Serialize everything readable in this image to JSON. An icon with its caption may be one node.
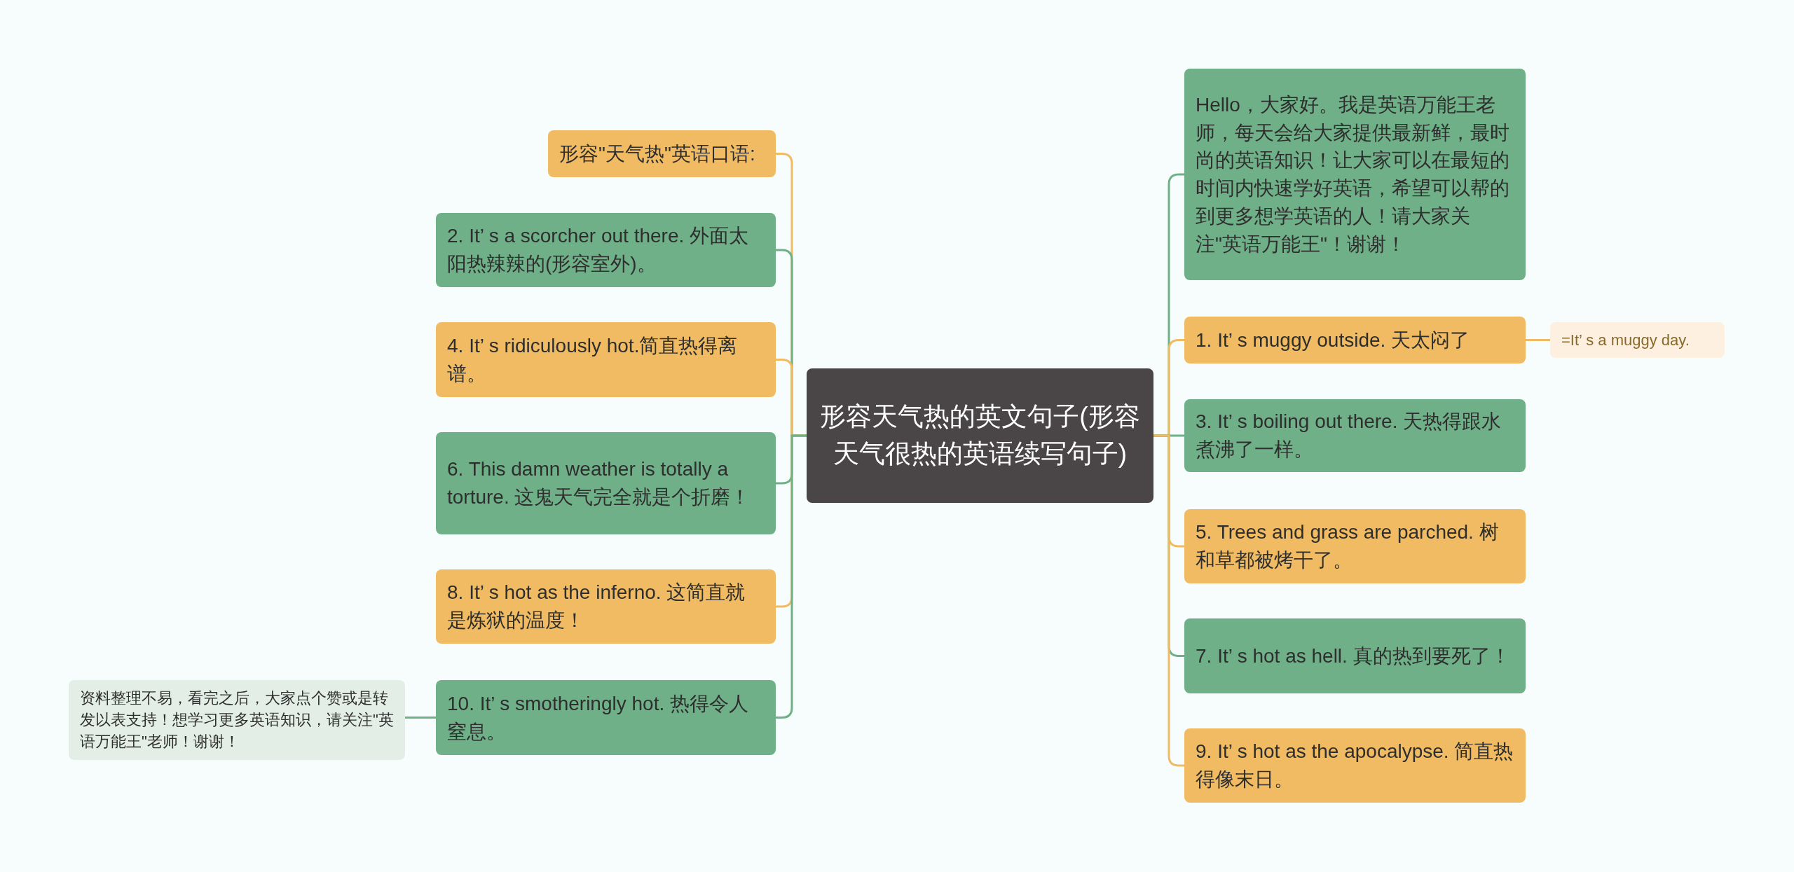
{
  "diagram": {
    "nodes": [
      {
        "text": [
          "形容天气热的英文句子(形容天气很热的英语续写句子)"
        ]
      },
      {
        "text": [
          "形容\"天气热\"英语口语:"
        ]
      },
      {
        "text": [
          "2. It’ s a scorcher out there. 外面太阳热辣辣的(形容室外)。"
        ]
      },
      {
        "text": [
          "4. It’ s ridiculously hot.简直热得离谱。"
        ]
      },
      {
        "text": [
          "6. This damn weather is totally a torture. 这鬼天气完全就是个折磨！"
        ]
      },
      {
        "text": [
          "8. It’ s hot as the inferno. 这简直就是炼狱的温度！"
        ]
      },
      {
        "text": [
          "10. It’ s smotheringly hot. 热得令人窒息。"
        ]
      },
      {
        "text": [
          "资料整理不易，看完之后，大家点个赞或是转发以表支持！想学习更多英语知识，请关注\"英语万能王\"老师！谢谢！"
        ]
      },
      {
        "text": [
          "Hello，大家好。我是英语万能王老师，每天会给大家提供最新鲜，最时尚的英语知识！让大家可以在最短的时间内快速学好英语，希望可以帮的到更多想学英语的人！请大家关注\"英语万能王\"！谢谢！"
        ]
      },
      {
        "text": [
          "1. It’ s muggy outside. 天太闷了"
        ]
      },
      {
        "text": [
          "=It’ s a muggy day."
        ]
      },
      {
        "text": [
          "3. It’ s boiling out there. 天热得跟水煮沸了一样。"
        ]
      },
      {
        "text": [
          "5. Trees and grass are parched. 树和草都被烤干了。"
        ]
      },
      {
        "text": [
          "7. It’ s hot as hell. 真的热到要死了！"
        ]
      },
      {
        "text": [
          "9. It’ s hot as the apocalypse. 简直热得像末日。"
        ]
      }
    ],
    "edges": [
      {
        "from": 0,
        "to": 1,
        "arrow": "none",
        "color": "#f0bb62"
      },
      {
        "from": 0,
        "to": 2,
        "arrow": "none",
        "color": "#6fb088"
      },
      {
        "from": 0,
        "to": 3,
        "arrow": "none",
        "color": "#f0bb62"
      },
      {
        "from": 0,
        "to": 4,
        "arrow": "none",
        "color": "#6fb088"
      },
      {
        "from": 0,
        "to": 5,
        "arrow": "none",
        "color": "#f0bb62"
      },
      {
        "from": 0,
        "to": 6,
        "arrow": "none",
        "color": "#6fb088"
      },
      {
        "from": 6,
        "to": 7,
        "arrow": "none",
        "color": "#6fb088"
      },
      {
        "from": 0,
        "to": 8,
        "arrow": "none",
        "color": "#6fb088"
      },
      {
        "from": 0,
        "to": 9,
        "arrow": "none",
        "color": "#f0bb62"
      },
      {
        "from": 9,
        "to": 10,
        "arrow": "none",
        "color": "#f0bb62"
      },
      {
        "from": 0,
        "to": 11,
        "arrow": "none",
        "color": "#6fb088"
      },
      {
        "from": 0,
        "to": 12,
        "arrow": "none",
        "color": "#f0bb62"
      },
      {
        "from": 0,
        "to": 13,
        "arrow": "none",
        "color": "#6fb088"
      },
      {
        "from": 0,
        "to": 14,
        "arrow": "none",
        "color": "#f0bb62"
      }
    ]
  }
}
